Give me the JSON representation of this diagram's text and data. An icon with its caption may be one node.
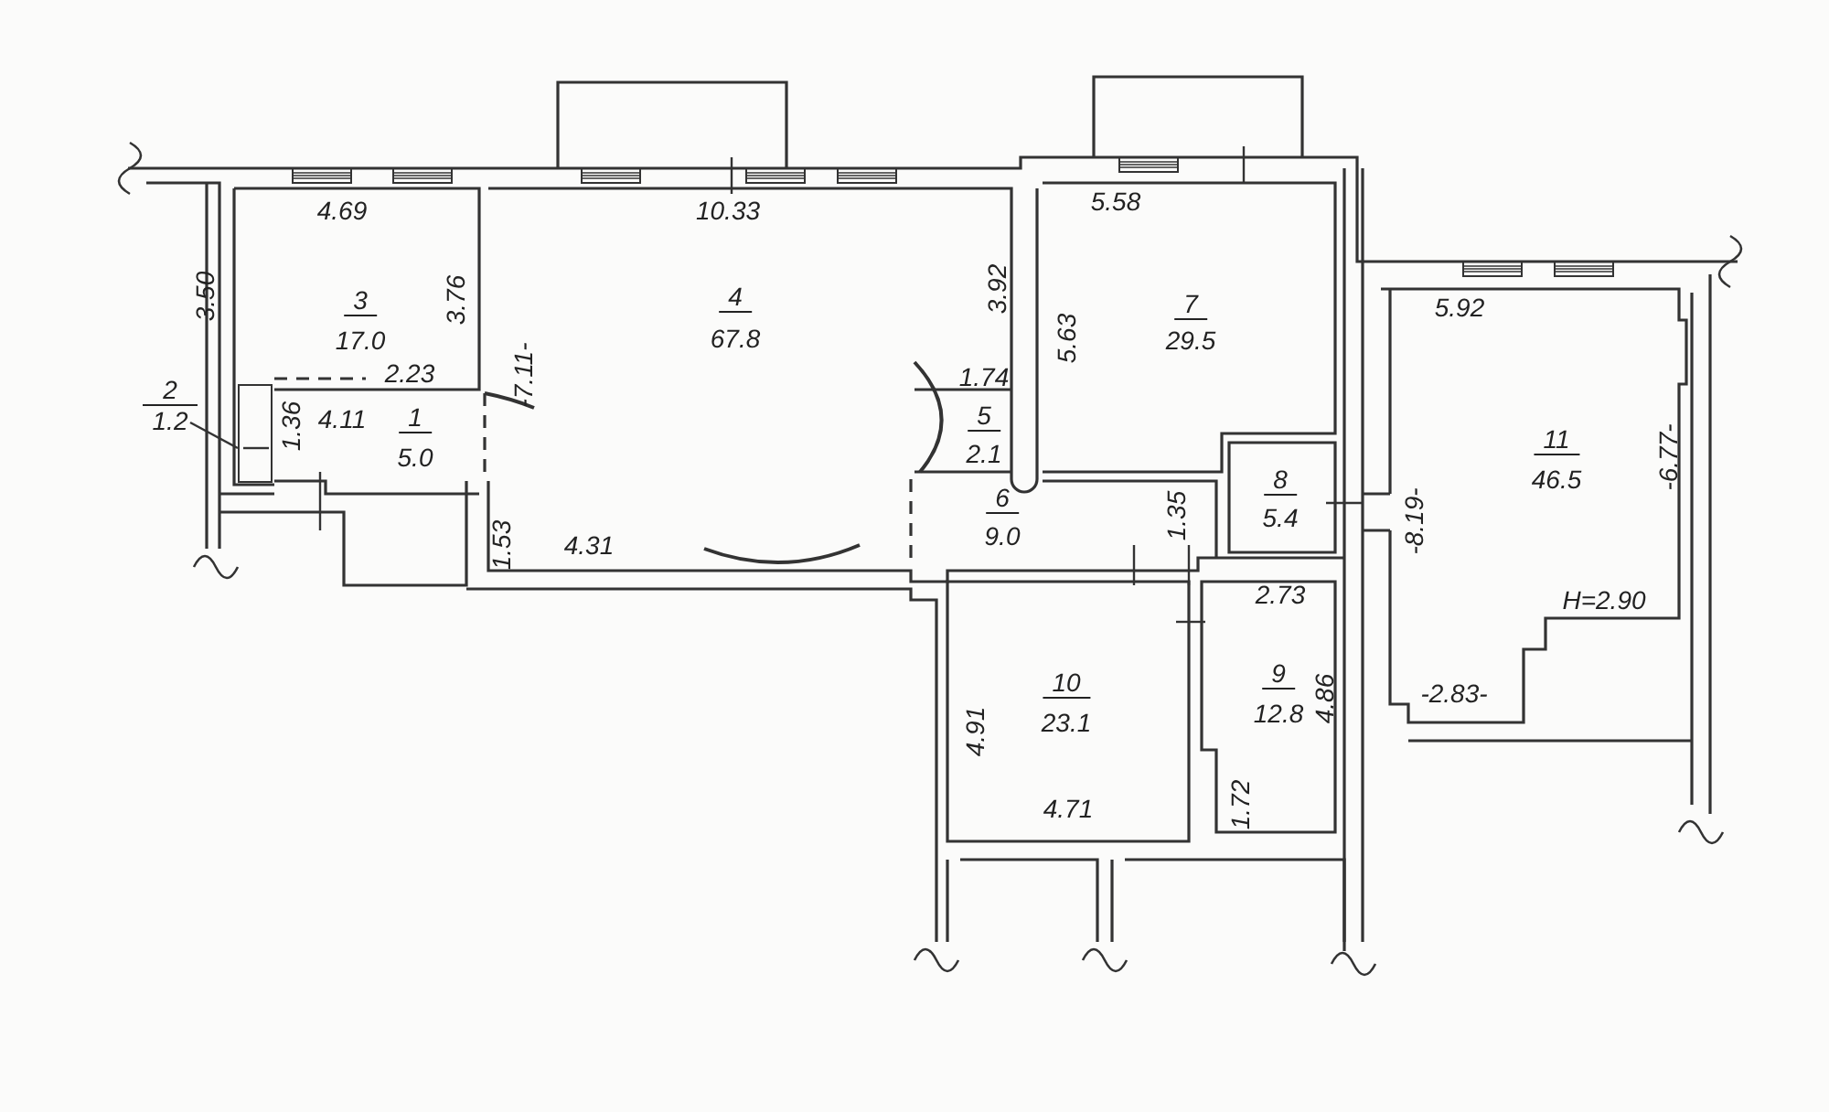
{
  "diagram": {
    "nodes": [
      {
        "text": [
          "2",
          "1.2"
        ]
      },
      {
        "text": [],
        "shape": "box"
      }
    ],
    "edges": [
      {
        "from": 0,
        "to": 1,
        "arrow": "none"
      }
    ],
    "labels": [
      "4.69",
      "10.33",
      "5.58",
      "3",
      "17.0",
      "3.50",
      "3.76",
      "-7.11-",
      "4",
      "67.8",
      "3.92",
      "5.63",
      "7",
      "29.5",
      "5.92",
      "11",
      "46.5",
      "-8.19-",
      "-6.77-",
      "2.23",
      "1.74",
      "1.36",
      "4.11",
      "1",
      "5.0",
      "5",
      "2.1",
      "8",
      "5.4",
      "1.53",
      "4.31",
      "6",
      "9.0",
      "1.35",
      "2.73",
      "H=2.90",
      "10",
      "23.1",
      "9",
      "12.8",
      "4.86",
      "4.91",
      "-2.83-",
      "4.71",
      "1.72"
    ]
  }
}
